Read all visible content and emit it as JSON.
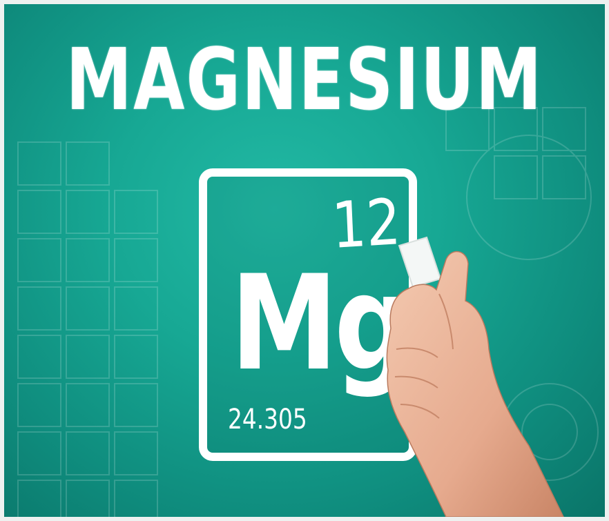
{
  "title": "MAGNESIUM",
  "element": {
    "atomic_number": "12",
    "symbol": "Mg",
    "atomic_mass": "24.305"
  },
  "colors": {
    "background": "#17a894",
    "chalk": "#ffffff",
    "frame": "#eef1f0"
  }
}
